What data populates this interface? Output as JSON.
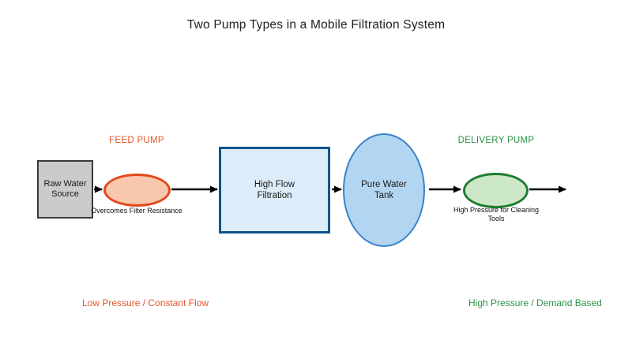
{
  "title": "Two Pump Types in a Mobile Filtration System",
  "nodes": {
    "source": {
      "label": "Raw Water Source"
    },
    "feed_pump": {
      "heading": "FEED PUMP",
      "caption": "Overcomes Filter Resistance"
    },
    "filtration": {
      "label": "High Flow Filtration"
    },
    "tank": {
      "label": "Pure Water Tank"
    },
    "delivery_pump": {
      "heading": "DELIVERY PUMP",
      "caption": "High Pressure for Cleaning Tools"
    }
  },
  "footnotes": {
    "feed": "Low Pressure / Constant Flow",
    "delivery": "High Pressure / Demand Based"
  },
  "colors": {
    "feed_accent": "#e2552d",
    "feed_ellipse_fill": "#f9c6ae",
    "feed_ellipse_border": "#e2491c",
    "delivery_accent": "#2d9148",
    "delivery_ellipse_fill": "#cde8c8",
    "delivery_ellipse_border": "#1e7d33",
    "filtration_fill": "#dcedf9",
    "filtration_border": "#0e538e",
    "tank_fill": "#b2d6f2",
    "tank_border": "#3c82c8",
    "source_fill": "#cbcbcb",
    "source_border": "#3a3a3a",
    "arrow": "#000000",
    "title_text": "#212121"
  }
}
